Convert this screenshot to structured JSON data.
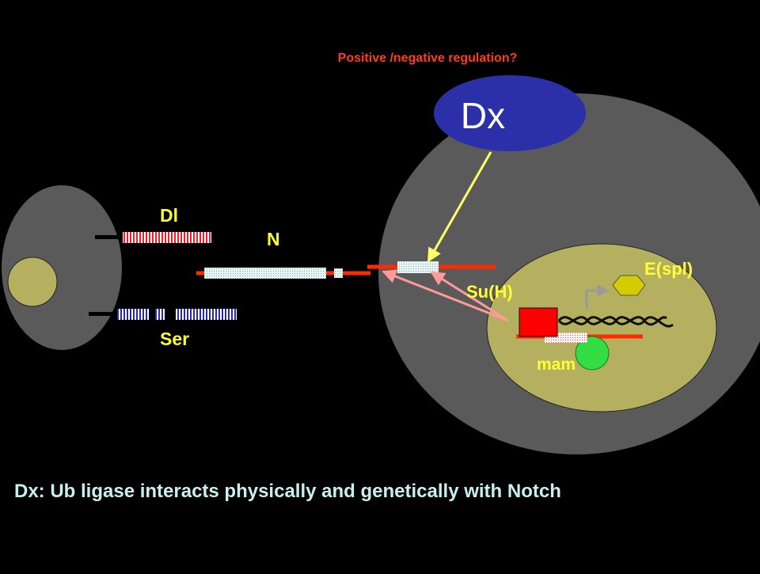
{
  "header": {
    "question": "Positive /negative regulation?"
  },
  "labels": {
    "dx": "Dx",
    "dl": "Dl",
    "n": "N",
    "ser": "Ser",
    "suh": "Su(H)",
    "espl": "E(spl)",
    "mam": "mam"
  },
  "caption": "Dx: Ub  ligase interacts physically and genetically with Notch",
  "colors": {
    "background": "#000000",
    "cell": "#5a5a5a",
    "nucleus": "#b5b060",
    "dx": "#2b2fa8",
    "question": "#ff3c1e",
    "label": "#ffff33",
    "caption": "#c8f0f0",
    "receptor_line": "#ff2a00",
    "arrow_yellow": "#ffff66",
    "arrow_pink": "#ff9a9a",
    "suh_box": "#ff0000",
    "mam": "#33dd44",
    "espl": "#d4cc00"
  }
}
